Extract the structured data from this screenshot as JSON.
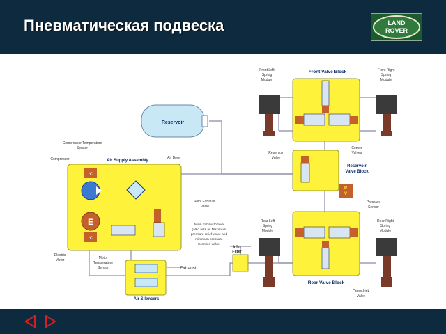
{
  "header": {
    "title": "Пневматическая подвеска",
    "logo_text": "LAND ROVER"
  },
  "diagram": {
    "labels": {
      "front_left": [
        "Front Left",
        "Spring",
        "Module"
      ],
      "front_right": [
        "Front Right",
        "Spring",
        "Module"
      ],
      "front_valve_block": "Front Valve Block",
      "reservoir": "Reservoir",
      "corner_valves": [
        "Corner",
        "Valves"
      ],
      "reservoir_valve": [
        "Reservoir",
        "Valve"
      ],
      "reservoir_valve_block": [
        "Reservoir",
        "Valve Block"
      ],
      "compressor_temp_sensor": [
        "Compressor Temperature",
        "Sensor"
      ],
      "compressor": "Compressor",
      "air_supply_assembly": "Air Supply Assembly",
      "air_dryer": "Air Dryer",
      "pilot_exhaust_valve": [
        "Pilot Exhaust",
        "Valve"
      ],
      "main_exhaust_valve": [
        "Main Exhaust Valve",
        "(also acts as Maximum",
        "pressure relief valve and",
        "minimum pressure",
        "retention valve)"
      ],
      "pressure_sensor": [
        "Pressure",
        "Sensor"
      ],
      "rear_left": [
        "Rear Left",
        "Spring",
        "Module"
      ],
      "rear_right": [
        "Rear Right",
        "Spring",
        "Module"
      ],
      "rear_valve_block": "Rear Valve Block",
      "cross_link_valve": [
        "Cross-Link",
        "Valve"
      ],
      "inlet_filter": [
        "Inlet",
        "Filter"
      ],
      "electric_motor": [
        "Electric",
        "Motor"
      ],
      "motor_temp_sensor": [
        "Motor",
        "Temperature",
        "Sensor"
      ],
      "exhaust": "Exhaust",
      "air_silencers": "Air Silencers",
      "temp_unit": "°C",
      "motor_symbol": "E",
      "pv": "P\nV"
    },
    "colors": {
      "block_fill": "#fff23a",
      "block_stroke": "#9a9a2a",
      "reservoir_fill": "#c7e8f4",
      "header_bg": "#0e2a3f",
      "line": "#8a8aa6"
    }
  },
  "footer": {
    "prev_label": "previous slide",
    "next_label": "next slide",
    "arrow_color": "#d22020"
  }
}
